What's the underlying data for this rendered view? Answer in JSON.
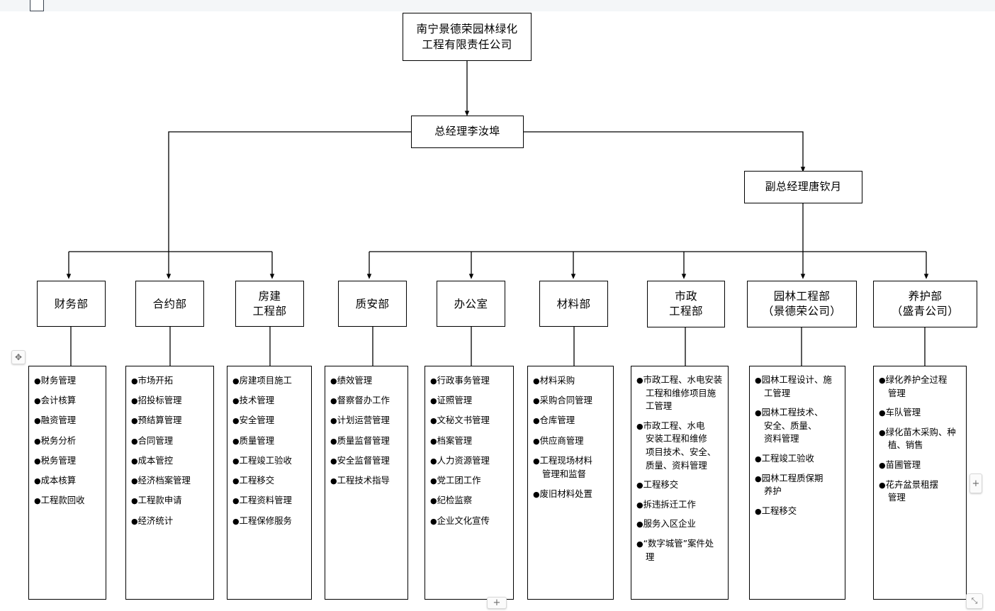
{
  "app": {
    "topbar_tab_label": "",
    "chrome": {
      "move_handle_icon": "move-arrows-icon",
      "move_handle_glyph": "✥",
      "add_below_label": "+",
      "add_right_label": "+",
      "resize_handle_icon": "resize-diagonal-icon",
      "resize_handle_glyph": "⤡"
    }
  },
  "chart_data": {
    "type": "diagram",
    "subtype": "org-chart",
    "title": "南宁景德荣园林绿化工程有限责任公司 组织架构图",
    "orientation": "top-down",
    "root": {
      "id": "company",
      "label": "南宁景德荣园林绿化\n工程有限责任公司",
      "lines": [
        "南宁景德荣园林绿化",
        "工程有限责任公司"
      ]
    },
    "managers": [
      {
        "id": "gm",
        "label": "总经理李汝埠",
        "level": 1
      },
      {
        "id": "dgm",
        "label": "副总经理唐钦月",
        "level": 2
      }
    ],
    "departments": [
      {
        "id": "finance",
        "title_lines": [
          "财务部"
        ],
        "reports_to": "gm",
        "items": [
          "财务管理",
          "会计核算",
          "融资管理",
          "税务分析",
          "税务管理",
          "成本核算",
          "工程款回收"
        ]
      },
      {
        "id": "contract",
        "title_lines": [
          "合约部"
        ],
        "reports_to": "gm",
        "items": [
          "市场开拓",
          "招投标管理",
          "预结算管理",
          "合同管理",
          "成本管控",
          "经济档案管理",
          "工程款申请",
          "经济统计"
        ]
      },
      {
        "id": "building",
        "title_lines": [
          "房建",
          "工程部"
        ],
        "reports_to": "gm",
        "items": [
          "房建项目施工",
          "技术管理",
          "安全管理",
          "质量管理",
          "工程竣工验收",
          "工程移交",
          "工程资料管理",
          "工程保修服务"
        ]
      },
      {
        "id": "quality-safety",
        "title_lines": [
          "质安部"
        ],
        "reports_to": "dgm",
        "items": [
          "绩效管理",
          "督察督办工作",
          "计划运营管理",
          "质量监督管理",
          "安全监督管理",
          "工程技术指导"
        ]
      },
      {
        "id": "office",
        "title_lines": [
          "办公室"
        ],
        "reports_to": "dgm",
        "items": [
          "行政事务管理",
          "证照管理",
          "文秘文书管理",
          "档案管理",
          "人力资源管理",
          "党工团工作",
          "纪检监察",
          "企业文化宣传"
        ]
      },
      {
        "id": "materials",
        "title_lines": [
          "材料部"
        ],
        "reports_to": "dgm",
        "items": [
          "材料采购",
          "采购合同管理",
          "仓库管理",
          "供应商管理",
          "工程现场材料\n管理和监督",
          "废旧材料处置"
        ]
      },
      {
        "id": "municipal",
        "title_lines": [
          "市政",
          "工程部"
        ],
        "reports_to": "dgm",
        "items": [
          "市政工程、水电安装\n工程和维修项目施\n工管理",
          "市政工程、水电\n安装工程和维修\n项目技术、安全、\n质量、资料管理",
          "工程移交",
          "拆违拆迁工作",
          "服务入区企业",
          "“数字城管”案件处\n理"
        ]
      },
      {
        "id": "landscape",
        "title_lines": [
          "园林工程部",
          "（景德荣公司）"
        ],
        "reports_to": "dgm",
        "items": [
          "园林工程设计、施\n工管理",
          "园林工程技术、\n安全、质量、\n资料管理",
          "工程竣工验收",
          "园林工程质保期\n养护",
          "工程移交"
        ]
      },
      {
        "id": "maintenance",
        "title_lines": [
          "养护部",
          "（盛青公司）"
        ],
        "reports_to": "dgm",
        "items": [
          "绿化养护全过程\n管理",
          "车队管理",
          "绿化苗木采购、种\n植、销售",
          "苗圃管理",
          "花卉盆景租摆\n管理"
        ]
      }
    ],
    "colors": {
      "line": "#000000",
      "box_border": "#000000",
      "background": "#ffffff",
      "topbar": "#f4f6f8",
      "chrome_text": "#6b6b6b"
    }
  }
}
